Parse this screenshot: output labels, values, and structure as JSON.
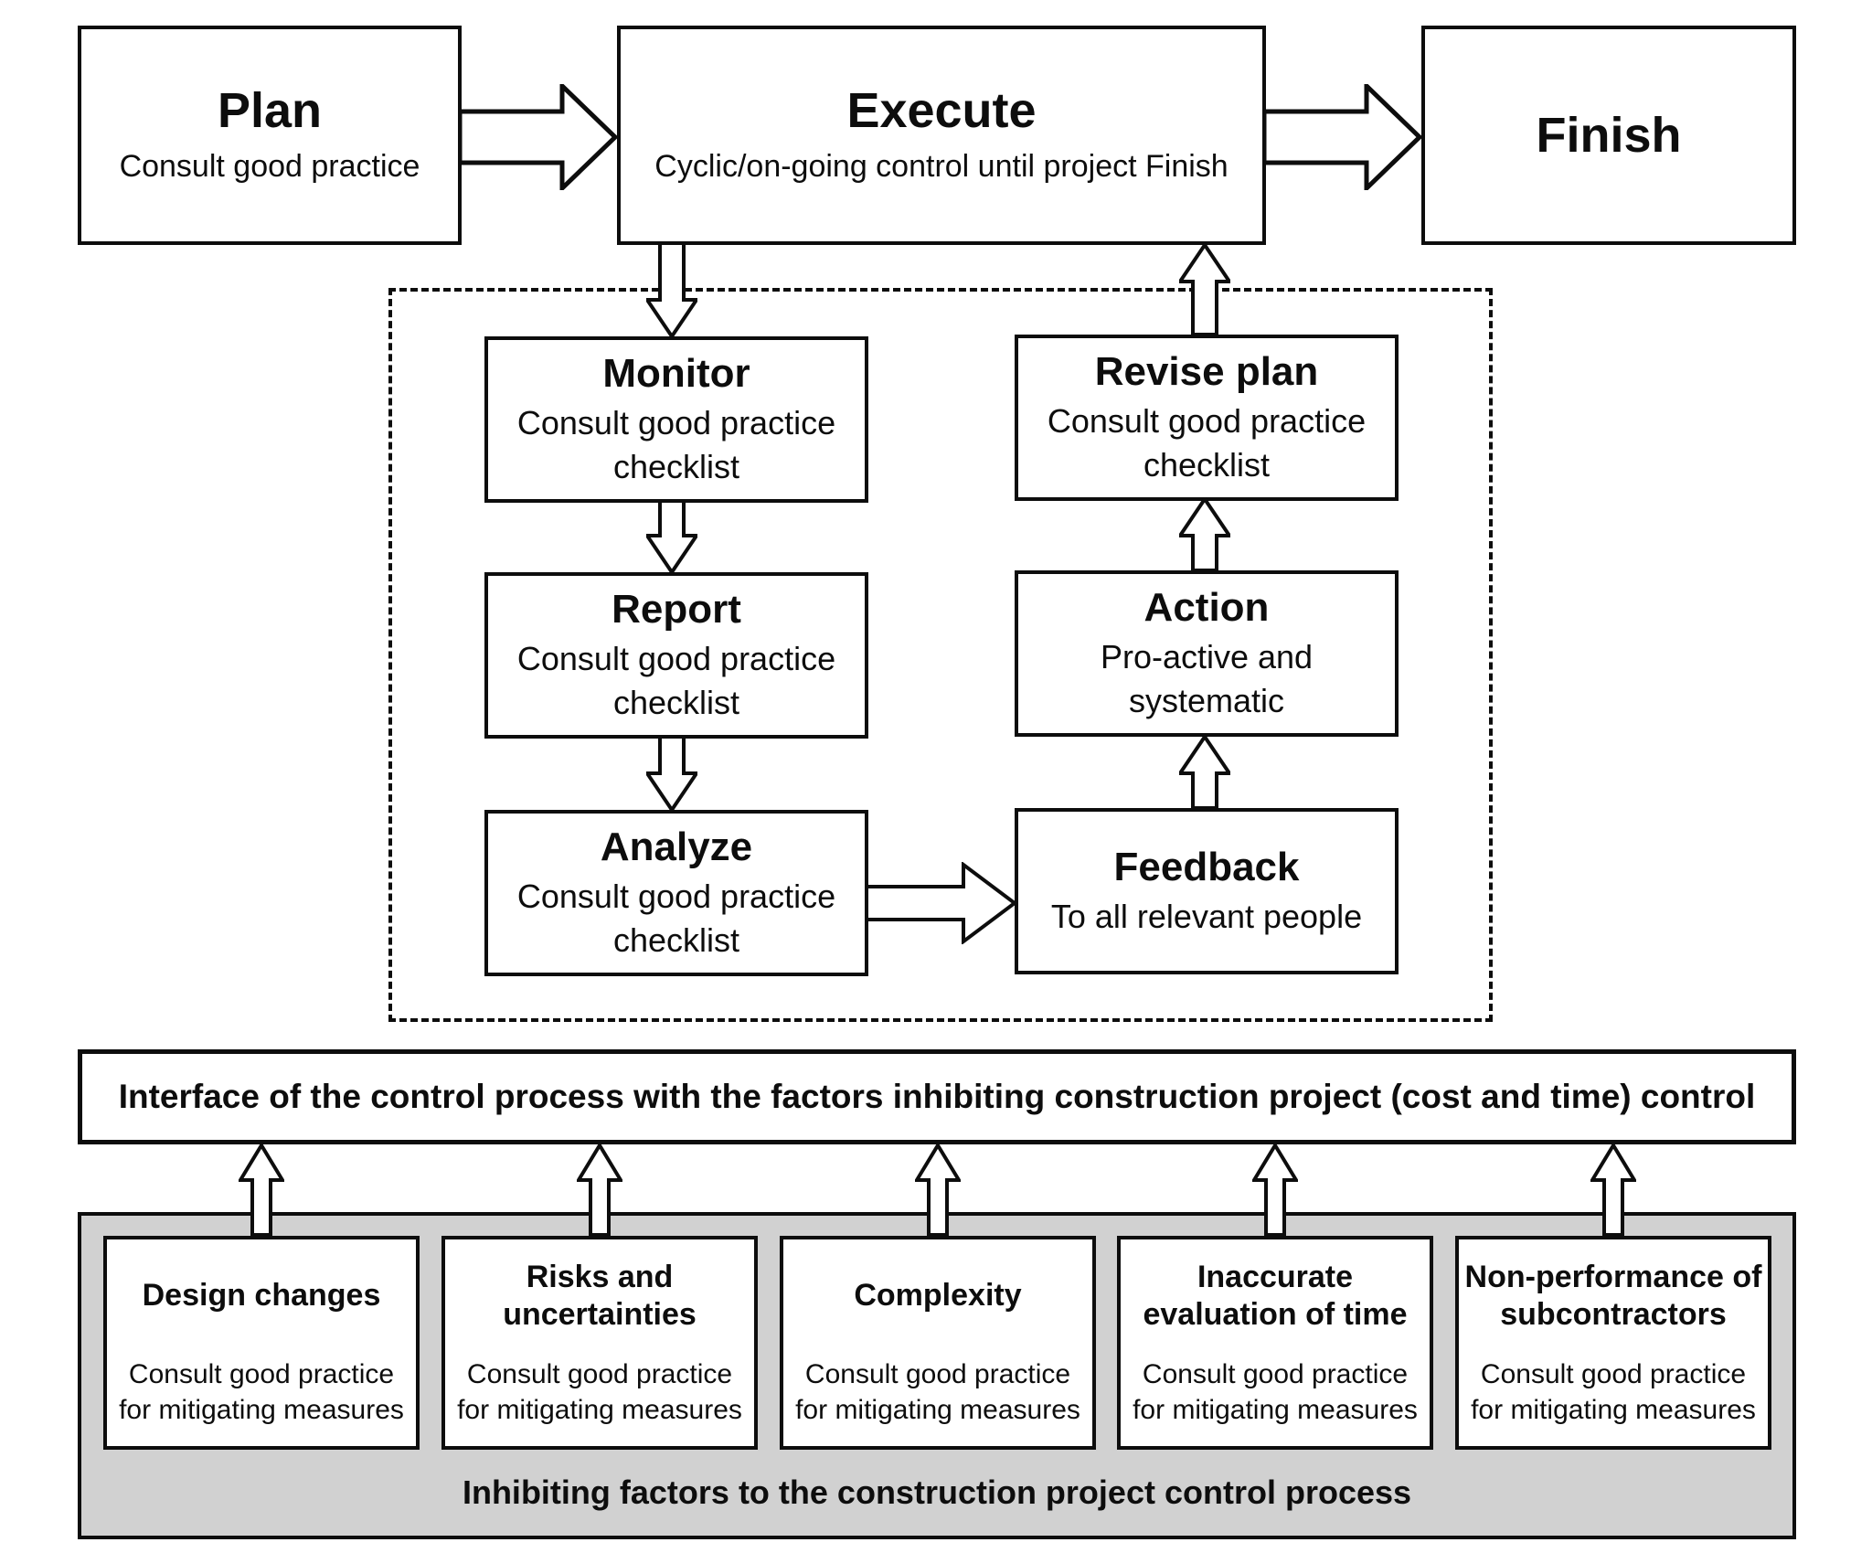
{
  "top_row": {
    "plan": {
      "title": "Plan",
      "subtitle": "Consult good practice"
    },
    "execute": {
      "title": "Execute",
      "subtitle": "Cyclic/on-going control until project Finish"
    },
    "finish": {
      "title": "Finish"
    }
  },
  "control_cycle": {
    "monitor": {
      "title": "Monitor",
      "subtitle": "Consult good practice checklist"
    },
    "report": {
      "title": "Report",
      "subtitle": "Consult good practice checklist"
    },
    "analyze": {
      "title": "Analyze",
      "subtitle": "Consult good practice checklist"
    },
    "revise_plan": {
      "title": "Revise plan",
      "subtitle": "Consult good practice checklist"
    },
    "action": {
      "title": "Action",
      "subtitle": "Pro-active and systematic"
    },
    "feedback": {
      "title": "Feedback",
      "subtitle": "To all relevant people"
    }
  },
  "interface_bar": {
    "label": "Interface of the control process with the factors inhibiting construction project (cost and time) control"
  },
  "inhibiting_factors": {
    "caption": "Inhibiting factors to the construction project control process",
    "items": [
      {
        "title": "Design changes",
        "subtitle": "Consult good practice for mitigating measures"
      },
      {
        "title": "Risks and uncertainties",
        "subtitle": "Consult good practice for mitigating measures"
      },
      {
        "title": "Complexity",
        "subtitle": "Consult good practice for mitigating measures"
      },
      {
        "title": "Inaccurate evaluation of time",
        "subtitle": "Consult good practice for mitigating measures"
      },
      {
        "title": "Non-performance of subcontractors",
        "subtitle": "Consult good practice for mitigating measures"
      }
    ]
  },
  "colors": {
    "background": "#ffffff",
    "box_border": "#0d0d0d",
    "gray_panel": "#d1d1d1"
  }
}
